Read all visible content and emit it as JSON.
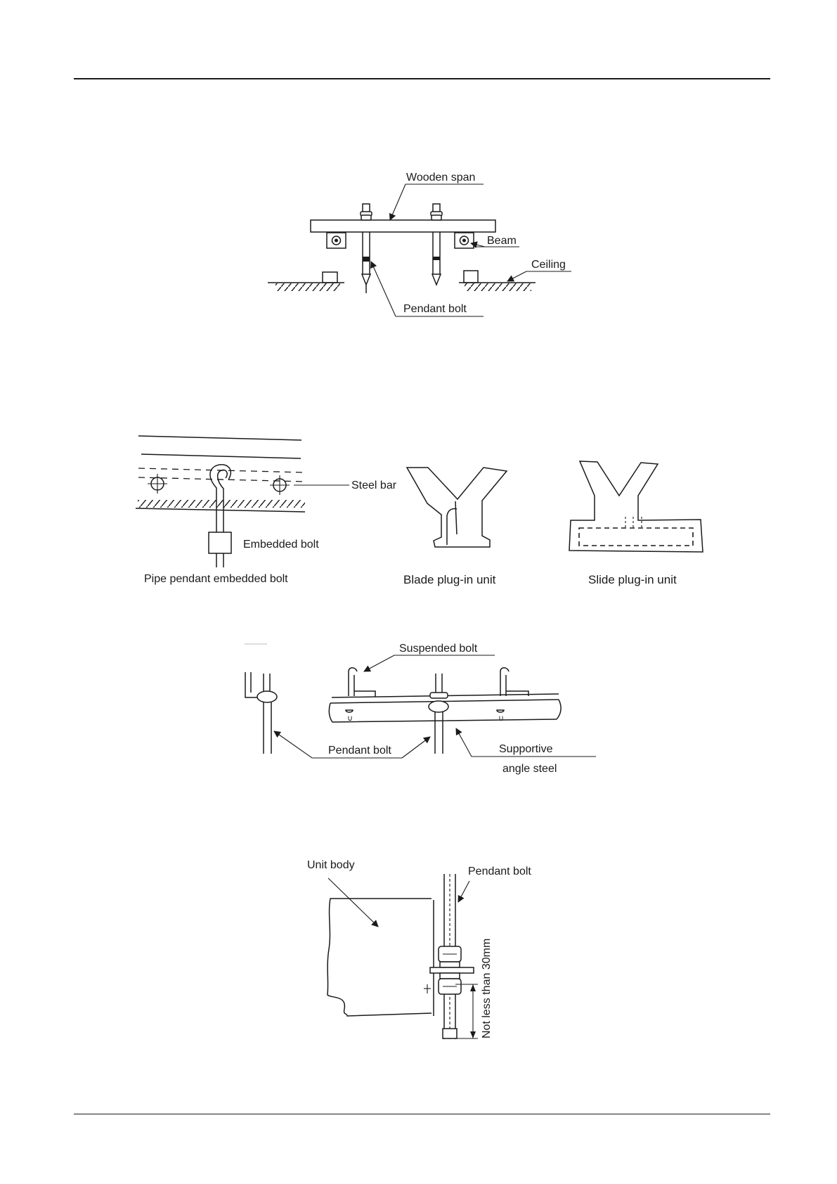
{
  "figure1": {
    "wooden_span": "Wooden span",
    "beam": "Beam",
    "ceiling": "Ceiling",
    "pendant_bolt": "Pendant bolt"
  },
  "figure2": {
    "steel_bar": "Steel bar",
    "embedded_bolt": "Embedded bolt",
    "caption_pipe": "Pipe pendant embedded bolt",
    "caption_blade": "Blade plug-in unit",
    "caption_slide": "Slide plug-in unit"
  },
  "figure3": {
    "suspended_bolt": "Suspended bolt",
    "pendant_bolt": "Pendant bolt",
    "supportive_line1": "Supportive",
    "supportive_line2": "angle steel"
  },
  "figure4": {
    "unit_body": "Unit body",
    "pendant_bolt": "Pendant bolt",
    "not_less_than": "Not less than 30mm"
  }
}
